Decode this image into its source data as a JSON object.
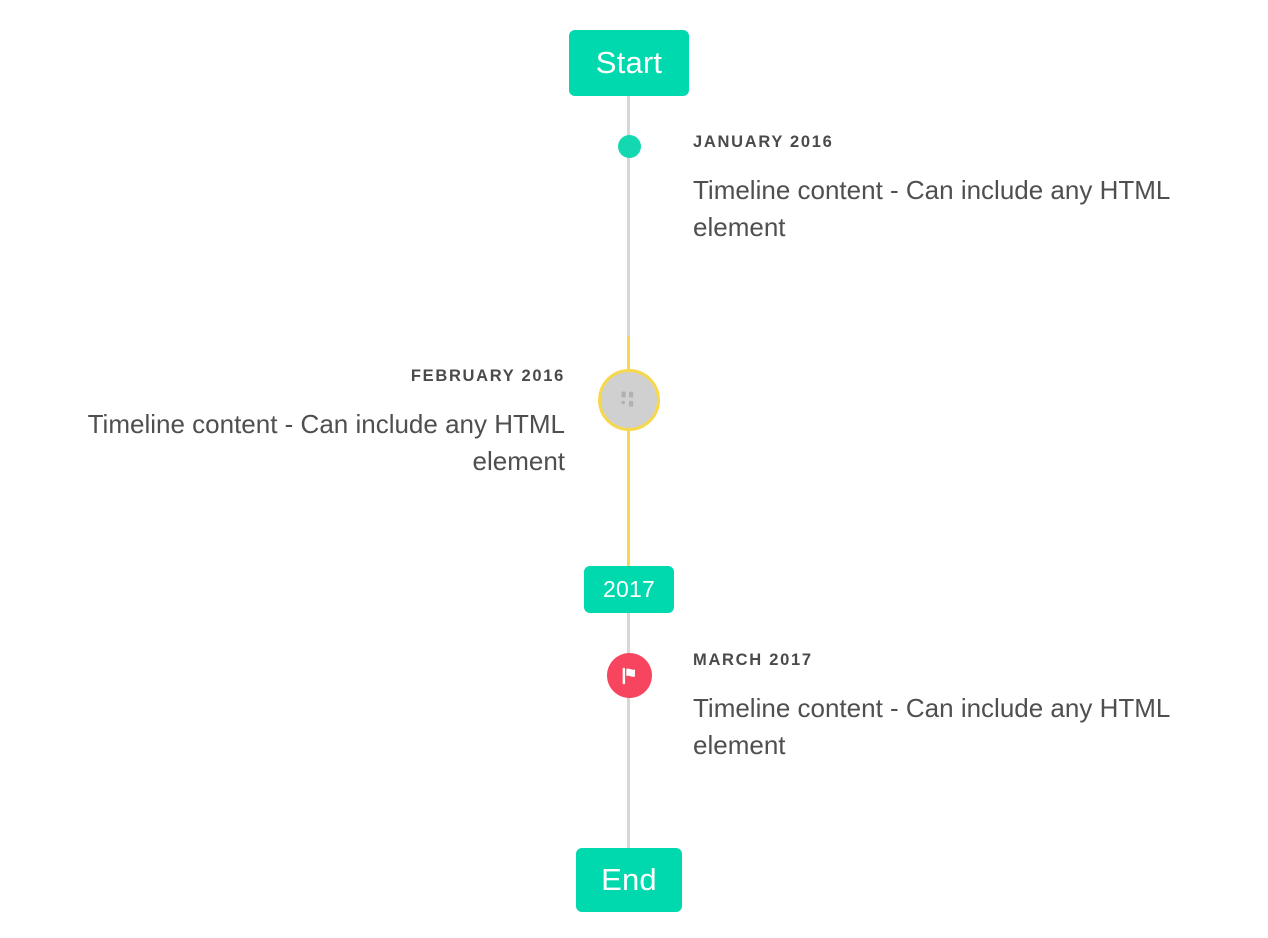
{
  "page": {
    "title": "Timeline",
    "background": "#ffffff"
  },
  "colors": {
    "accent_teal": "#00d9ae",
    "marker_teal": "#14d8b0",
    "highlight_yellow": "#f7d84a",
    "marker_pink": "#f8455f",
    "line_gray": "#d6d6d6",
    "marker_gray": "#d0d0d0",
    "text_dark": "#4a4a4a",
    "text_body": "#4f4f4f",
    "badge_text": "#ffffff"
  },
  "milestones": {
    "start": {
      "label": "Start"
    },
    "year": {
      "label": "2017"
    },
    "end": {
      "label": "End"
    }
  },
  "events": [
    {
      "id": "january-2016",
      "date": "January 2016",
      "body": "Timeline content - Can include any HTML element",
      "side": "right",
      "marker": {
        "icon": "dot-icon",
        "color": "#14d8b0"
      }
    },
    {
      "id": "february-2016",
      "date": "February 2016",
      "body": "Timeline content - Can include any HTML element",
      "side": "left",
      "marker": {
        "icon": "image-placeholder-icon",
        "color": "#d0d0d0",
        "ring": "#f7d84a"
      }
    },
    {
      "id": "march-2017",
      "date": "March 2017",
      "body": "Timeline content - Can include any HTML element",
      "side": "right",
      "marker": {
        "icon": "flag-icon",
        "color": "#f8455f"
      }
    }
  ],
  "axis": {
    "segments": [
      {
        "id": "segment-start-to-february",
        "color": "#d6d6d6"
      },
      {
        "id": "segment-february-to-2017",
        "color": "#f7d84a"
      },
      {
        "id": "segment-2017-to-end",
        "color": "#d6d6d6"
      }
    ]
  }
}
